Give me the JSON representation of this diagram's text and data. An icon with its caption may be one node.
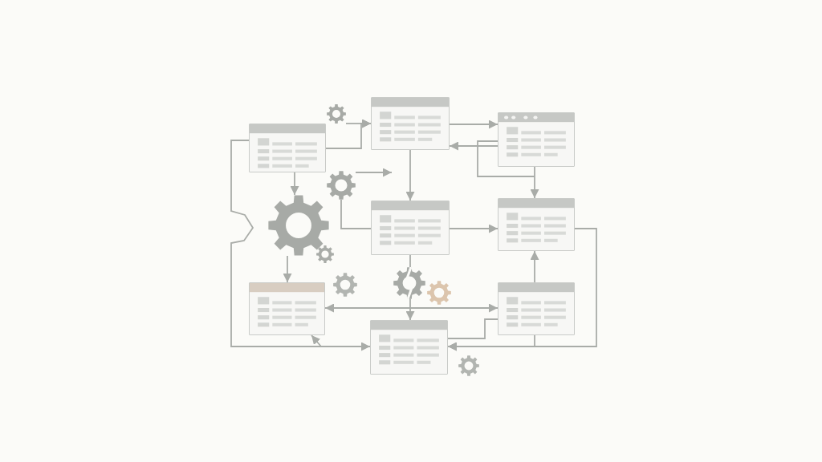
{
  "diagram": {
    "nodes": [
      {
        "text": [],
        "shape": "box"
      },
      {
        "text": [],
        "shape": "gear"
      },
      {
        "text": [],
        "shape": "box"
      },
      {
        "text": [],
        "shape": "box"
      },
      {
        "text": [],
        "shape": "gear"
      },
      {
        "text": [],
        "shape": "gear"
      },
      {
        "text": [],
        "shape": "box"
      },
      {
        "text": [],
        "shape": "box"
      },
      {
        "text": [],
        "shape": "gear"
      },
      {
        "text": [],
        "shape": "box"
      },
      {
        "text": [],
        "shape": "box"
      },
      {
        "text": [],
        "shape": "box"
      }
    ],
    "edges": [
      {
        "from": 0,
        "to": 2,
        "arrow": "to"
      },
      {
        "from": 1,
        "to": 2,
        "arrow": "to"
      },
      {
        "from": 2,
        "to": 3,
        "arrow": "to"
      },
      {
        "from": 3,
        "to": 2,
        "arrow": "to"
      },
      {
        "from": 3,
        "to": 7,
        "arrow": "to"
      },
      {
        "from": 2,
        "to": 6,
        "arrow": "to"
      },
      {
        "from": 4,
        "to": null,
        "arrow": "to"
      },
      {
        "from": 4,
        "to": 6,
        "arrow": "none"
      },
      {
        "from": 6,
        "to": 7,
        "arrow": "to"
      },
      {
        "from": 0,
        "to": 5,
        "arrow": "to"
      },
      {
        "from": 0,
        "to": 11,
        "arrow": "to"
      },
      {
        "from": 5,
        "to": 9,
        "arrow": "to"
      },
      {
        "from": 6,
        "to": 8,
        "arrow": "none"
      },
      {
        "from": 9,
        "to": 10,
        "arrow": "both"
      },
      {
        "from": 8,
        "to": 11,
        "arrow": "to"
      },
      {
        "from": 10,
        "to": 7,
        "arrow": "to"
      },
      {
        "from": 7,
        "to": 11,
        "arrow": "to"
      },
      {
        "from": 10,
        "to": 11,
        "arrow": "to"
      },
      {
        "from": 10,
        "to": 11,
        "arrow": "none"
      },
      {
        "from": null,
        "to": 9,
        "arrow": "to"
      }
    ]
  }
}
